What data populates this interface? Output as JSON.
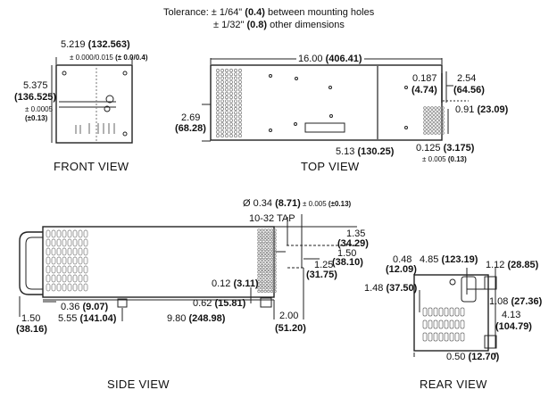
{
  "header": {
    "line1": {
      "a": "Tolerance: ± 1/64\" ",
      "b": "(0.4)",
      "c": " between mounting holes"
    },
    "line2": {
      "a": "± 1/32\" ",
      "b": "(0.8)",
      "c": " other dimensions"
    }
  },
  "front": {
    "title": "FRONT VIEW",
    "width": {
      "in": "5.219 ",
      "mm": "(132.563)"
    },
    "width_tol": {
      "in": "± 0.000/0.015 ",
      "mm": "(± 0.0/0.4)"
    },
    "height_in": "5.375",
    "height_mm": "(136.525)",
    "height_tol_in": "± 0.0005",
    "height_tol_mm": "(±0.13)"
  },
  "top": {
    "title": "TOP VIEW",
    "length": {
      "in": "16.00 ",
      "mm": "(406.41)"
    },
    "d0187_in": "0.187",
    "d0187_mm": "(4.74)",
    "d254_in": "2.54",
    "d254_mm": "(64.56)",
    "d091": {
      "in": "0.91 ",
      "mm": "(23.09)"
    },
    "d269_in": "2.69",
    "d269_mm": "(68.28)",
    "d513": {
      "in": "5.13 ",
      "mm": "(130.25)"
    },
    "d0125": {
      "in": "0.125 ",
      "mm": "(3.175)"
    },
    "d0125_tol": {
      "in": "± 0.005 ",
      "mm": "(0.13)"
    }
  },
  "side": {
    "title": "SIDE VIEW",
    "hole": {
      "in": "Ø 0.34 ",
      "mm": "(8.71)",
      "tol_in": " ± 0.005 ",
      "tol_mm": "(±0.13)"
    },
    "tap": "10-32 TAP",
    "d135_in": "1.35",
    "d135_mm": "(34.29)",
    "d150_in": "1.50",
    "d150_mm": "(38.10)",
    "d125_in": "1.25",
    "d125_mm": "(31.75)",
    "d012": {
      "in": "0.12 ",
      "mm": "(3.11)"
    },
    "d036": {
      "in": "0.36 ",
      "mm": "(9.07)"
    },
    "d062": {
      "in": "0.62 ",
      "mm": "(15.81)"
    },
    "d150b_in": "1.50",
    "d150b_mm": "(38.16)",
    "d555": {
      "in": "5.55 ",
      "mm": "(141.04)"
    },
    "d980": {
      "in": "9.80 ",
      "mm": "(248.98)"
    },
    "d200_in": "2.00",
    "d200_mm": "(51.20)"
  },
  "rear": {
    "title": "REAR VIEW",
    "d048_in": "0.48",
    "d048_mm": "(12.09)",
    "d485": {
      "in": "4.85 ",
      "mm": "(123.19)"
    },
    "d112": {
      "in": "1.12 ",
      "mm": "(28.85)"
    },
    "d148": {
      "in": "1.48 ",
      "mm": "(37.50)"
    },
    "d108": {
      "in": "1.08 ",
      "mm": "(27.36)"
    },
    "d413_in": "4.13",
    "d413_mm": "(104.79)",
    "d050": {
      "in": "0.50 ",
      "mm": "(12.70)"
    }
  }
}
